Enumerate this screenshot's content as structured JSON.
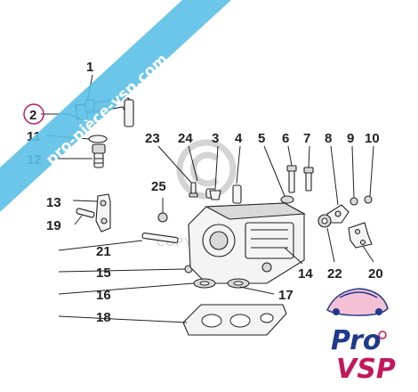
{
  "watermark": {
    "banner": "pro-pièce-vsp.com",
    "copyright_text": "COPYRIGHT"
  },
  "logo": {
    "line1": "Pro",
    "line2": "VSP"
  },
  "part_labels": [
    {
      "id": "1",
      "label": "1"
    },
    {
      "id": "2",
      "label": "2"
    },
    {
      "id": "3",
      "label": "3"
    },
    {
      "id": "4",
      "label": "4"
    },
    {
      "id": "5",
      "label": "5"
    },
    {
      "id": "6",
      "label": "6"
    },
    {
      "id": "7",
      "label": "7"
    },
    {
      "id": "8",
      "label": "8"
    },
    {
      "id": "9",
      "label": "9"
    },
    {
      "id": "10",
      "label": "10"
    },
    {
      "id": "11",
      "label": "11"
    },
    {
      "id": "12",
      "label": "12"
    },
    {
      "id": "13",
      "label": "13"
    },
    {
      "id": "14",
      "label": "14"
    },
    {
      "id": "15",
      "label": "15"
    },
    {
      "id": "16",
      "label": "16"
    },
    {
      "id": "17",
      "label": "17"
    },
    {
      "id": "18",
      "label": "18"
    },
    {
      "id": "19",
      "label": "19"
    },
    {
      "id": "20",
      "label": "20"
    },
    {
      "id": "21",
      "label": "21"
    },
    {
      "id": "22",
      "label": "22"
    },
    {
      "id": "23",
      "label": "23"
    },
    {
      "id": "24",
      "label": "24"
    },
    {
      "id": "25",
      "label": "25"
    }
  ],
  "colors": {
    "banner": "#5bc0e8",
    "highlight_circle": "#c2185b",
    "logo_blue": "#1f3a8a",
    "logo_pink": "#c2185b"
  }
}
